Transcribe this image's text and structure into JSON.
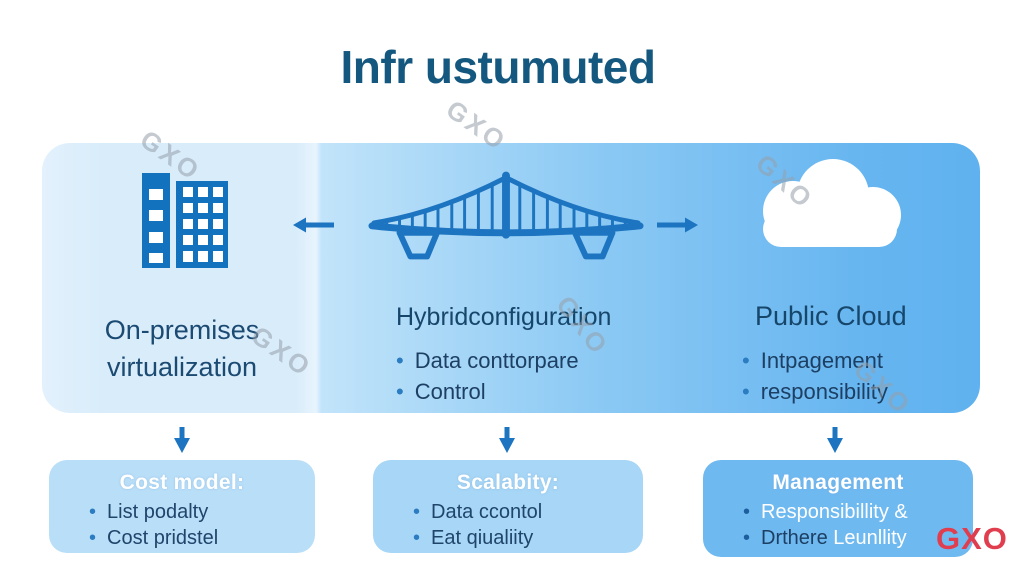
{
  "title": "Infr ustumuted",
  "watermark_text": "GXO",
  "logo": {
    "text": "GXO",
    "color": "#e03e4e"
  },
  "sections": [
    {
      "name": "on-premises",
      "icon": "buildings-icon",
      "heading": "On-premises virtualization",
      "items": []
    },
    {
      "name": "hybrid",
      "icon": "bridge-icon",
      "heading": "Hybridconfiguration",
      "items": [
        "Data conttorpare",
        "Control"
      ]
    },
    {
      "name": "public-cloud",
      "icon": "cloud-icon",
      "heading": "Public Cloud",
      "items": [
        "Intpagement",
        "responsibility"
      ]
    }
  ],
  "bottom_boxes": [
    {
      "heading": "Cost model:",
      "items": [
        "List podalty",
        "Cost pridstel"
      ]
    },
    {
      "heading": "Scalabity:",
      "items": [
        "Data ccontol",
        "Eat qiualiity"
      ]
    },
    {
      "heading": "Management",
      "items": [
        "Responsibillity &"
      ],
      "mixed_item": {
        "dark": "Drthere",
        "light": "Leunllity"
      }
    }
  ],
  "icons": {
    "left_section": "buildings-icon",
    "middle_section": "bridge-icon",
    "right_section": "cloud-icon",
    "left_arrow": "arrow-left-icon",
    "right_arrow": "arrow-right-icon",
    "connectors": "arrow-down-icon"
  },
  "colors": {
    "accent_blue": "#1d74c0",
    "title_text": "#15587f",
    "heading_text": "#1b4a72",
    "panel_left": "#d8ecfa",
    "panel_right": "#5fb2ef",
    "box1_bg": "#b9def8",
    "box2_bg": "#a7d6f6",
    "box3_bg": "#6fb9f1",
    "logo_red": "#e03e4e"
  }
}
